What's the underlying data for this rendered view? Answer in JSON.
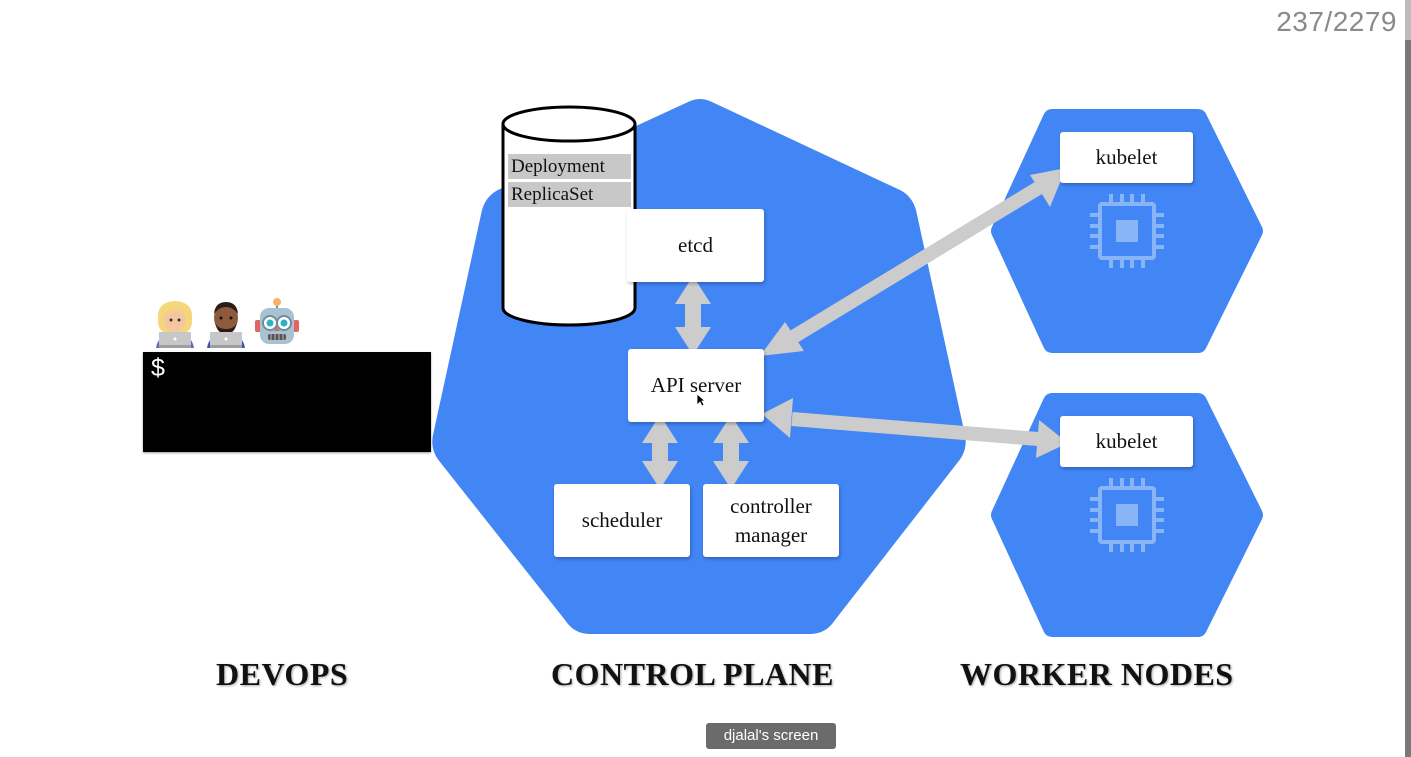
{
  "slide_counter": "237/2279",
  "terminal": {
    "prompt": "$"
  },
  "etcd_db": {
    "rows": [
      "Deployment",
      "ReplicaSet"
    ]
  },
  "control_plane": {
    "etcd": "etcd",
    "api_server": "API server",
    "scheduler": "scheduler",
    "controller_manager": [
      "controller",
      "manager"
    ]
  },
  "worker_nodes": [
    {
      "label": "kubelet"
    },
    {
      "label": "kubelet"
    }
  ],
  "section_labels": {
    "devops": "DEVOPS",
    "control_plane": "CONTROL PLANE",
    "worker_nodes": "WORKER NODES"
  },
  "screen_share_badge": "djalal's screen",
  "colors": {
    "hexagon_blue": "#4285f4",
    "arrow_gray": "#cccccc",
    "chip_light_blue": "#8ab4f8"
  }
}
